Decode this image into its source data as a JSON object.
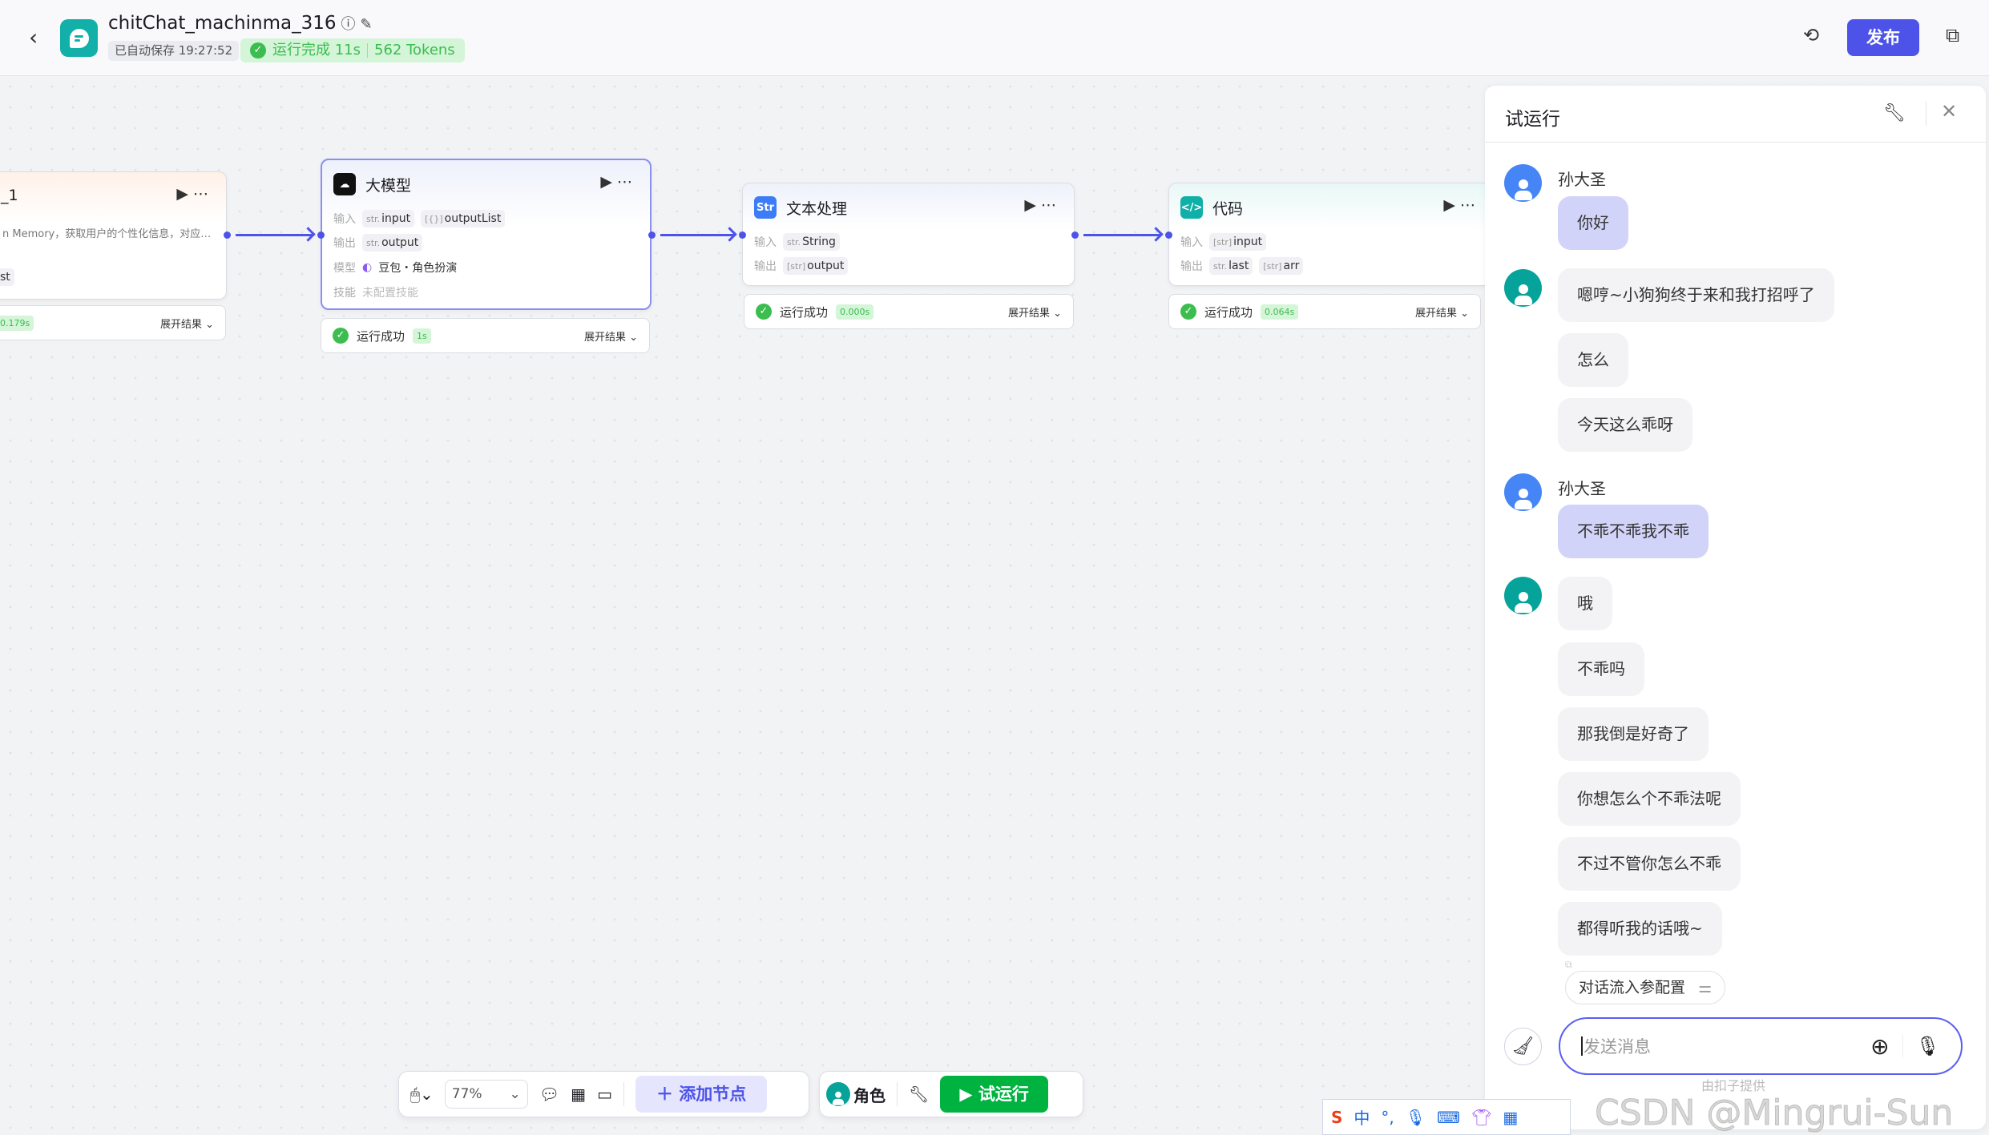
{
  "header": {
    "title": "chitChat_machinma_316",
    "autosave": "已自动保存 19:27:52",
    "run_status": "运行完成 11s",
    "tokens": "562 Tokens",
    "publish": "发布"
  },
  "nodes": [
    {
      "title": "_1",
      "desc": "n Memory，获取用户的个性化信息，对应…",
      "tag": "st",
      "status_time": "0.179s",
      "expand": "展开结果"
    },
    {
      "title": "大模型",
      "input_label": "输入",
      "inputs": [
        {
          "type": "str.",
          "name": "input"
        },
        {
          "type": "[{}]",
          "name": "outputList"
        }
      ],
      "output_label": "输出",
      "outputs": [
        {
          "type": "str.",
          "name": "output"
        }
      ],
      "model_label": "模型",
      "model": "豆包・角色扮演",
      "skill_label": "技能",
      "skill": "未配置技能",
      "status": "运行成功",
      "status_time": "1s",
      "expand": "展开结果"
    },
    {
      "title": "文本处理",
      "input_label": "输入",
      "inputs": [
        {
          "type": "str.",
          "name": "String"
        }
      ],
      "output_label": "输出",
      "outputs": [
        {
          "type": "[str]",
          "name": "output"
        }
      ],
      "status": "运行成功",
      "status_time": "0.000s",
      "expand": "展开结果"
    },
    {
      "title": "代码",
      "input_label": "输入",
      "inputs": [
        {
          "type": "[str]",
          "name": "input"
        }
      ],
      "output_label": "输出",
      "outputs": [
        {
          "type": "str.",
          "name": "last"
        },
        {
          "type": "[str]",
          "name": "arr"
        }
      ],
      "status": "运行成功",
      "status_time": "0.064s",
      "expand": "展开结果"
    }
  ],
  "panel": {
    "title": "试运行",
    "messages": [
      {
        "role": "user",
        "name": "孙大圣",
        "texts": [
          "你好"
        ]
      },
      {
        "role": "bot",
        "texts": [
          "嗯哼~小狗狗终于来和我打招呼了",
          "怎么",
          "今天这么乖呀"
        ]
      },
      {
        "role": "user",
        "name": "孙大圣",
        "texts": [
          "不乖不乖我不乖"
        ]
      },
      {
        "role": "bot",
        "texts": [
          "哦",
          "不乖吗",
          "那我倒是好奇了",
          "你想怎么个不乖法呢",
          "不过不管你怎么不乖",
          "都得听我的话哦~"
        ]
      }
    ],
    "config_chip": "对话流入参配置",
    "input_placeholder": "发送消息",
    "footer": "由扣子提供"
  },
  "toolbar": {
    "zoom": "77%",
    "add_node": "添加节点",
    "role": "角色",
    "trial_run": "试运行"
  },
  "watermark": "CSDN @Mingrui-Sun",
  "ime": {
    "lang": "中",
    "punct": "°,"
  },
  "colors": {
    "accent": "#4D53E8",
    "success": "#3BBD4F",
    "run_button": "#00B341",
    "user_bubble": "#D2D3F9",
    "bot_bubble": "#F3F3F5"
  }
}
